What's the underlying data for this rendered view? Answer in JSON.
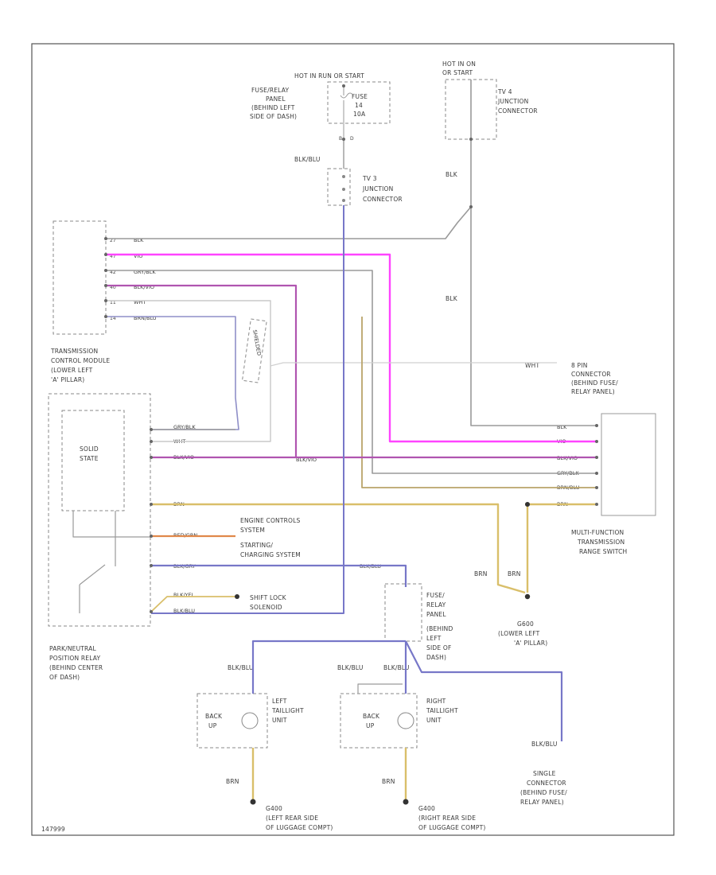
{
  "hot_run_start": "HOT IN RUN OR START",
  "fuse_panel_top": [
    "FUSE/RELAY",
    "PANEL",
    "(BEHIND LEFT",
    "SIDE OF DASH)"
  ],
  "fuse_label": [
    "FUSE",
    "14",
    "10A"
  ],
  "hot_in_on": [
    "HOT IN ON",
    "OR START"
  ],
  "tv4_connector": [
    "TV 4",
    "JUNCTION",
    "CONNECTOR"
  ],
  "tv3_connector": [
    "TV 3",
    "JUNCTION",
    "CONNECTOR"
  ],
  "blk_blu": "BLK/BLU",
  "blk": "BLK",
  "tcm_label": [
    "TRANSMISSION",
    "CONTROL MODULE",
    "(LOWER LEFT",
    "'A' PILLAR)"
  ],
  "tcm_pins": [
    "27",
    "47",
    "42",
    "40",
    "11",
    "14"
  ],
  "tcm_wires": [
    "BLK",
    "VIO",
    "GRY/BLK",
    "BLK/VIO",
    "WHT",
    "BRN/BLU"
  ],
  "shielded": "SHIELDED",
  "wht": "WHT",
  "connector_8pin": [
    "8 PIN",
    "CONNECTOR",
    "(BEHIND FUSE/",
    "RELAY PANEL)"
  ],
  "solid_state": [
    "SOLID",
    "STATE"
  ],
  "pnp_relay_wires": [
    "GRY/BLK",
    "WHT",
    "BLK/VIO",
    "BRN",
    "RED/GRN",
    "BLK/GRY",
    "BLK/YEL",
    "BLK/BLU"
  ],
  "engine_controls": [
    "ENGINE CONTROLS",
    "SYSTEM",
    "STARTING/",
    "CHARGING SYSTEM"
  ],
  "shift_lock": [
    "SHIFT LOCK",
    "SOLENOID"
  ],
  "pnp_label": [
    "PARK/NEUTRAL",
    "POSITION RELAY",
    "(BEHIND CENTER",
    "OF DASH)"
  ],
  "mfs_wires": [
    "BLK",
    "VIO",
    "BLK/VIO",
    "GRY/BLK",
    "BRN/BLU",
    "BRN"
  ],
  "mfs_label": [
    "MULTI-FUNCTION",
    "TRANSMISSION",
    "RANGE SWITCH"
  ],
  "brn": "BRN",
  "g_lower_left": [
    "G600",
    "(LOWER LEFT",
    "'A' PILLAR)"
  ],
  "fuse_panel_bottom": [
    "FUSE/",
    "RELAY",
    "PANEL",
    "(BEHIND",
    "LEFT",
    "SIDE OF",
    "DASH)"
  ],
  "single_connector": [
    "SINGLE",
    "CONNECTOR",
    "(BEHIND FUSE/",
    "RELAY PANEL)"
  ],
  "left_tail": [
    "LEFT",
    "TAILLIGHT",
    "UNIT"
  ],
  "right_tail": [
    "RIGHT",
    "TAILLIGHT",
    "UNIT"
  ],
  "back_up": [
    "BACK",
    "UP"
  ],
  "ground_left": [
    "G400",
    "(LEFT REAR SIDE",
    "OF LUGGAGE COMPT)"
  ],
  "ground_right": [
    "G400",
    "(RIGHT REAR SIDE",
    "OF LUGGAGE COMPT)"
  ],
  "diagram_id": "147999",
  "colors": {
    "vio": "#ff44ff",
    "blkvio": "#b055b0",
    "brn": "#d9bf6a",
    "blu": "#6666cc",
    "gry": "#9a9a9a",
    "red": "#e0884a"
  }
}
